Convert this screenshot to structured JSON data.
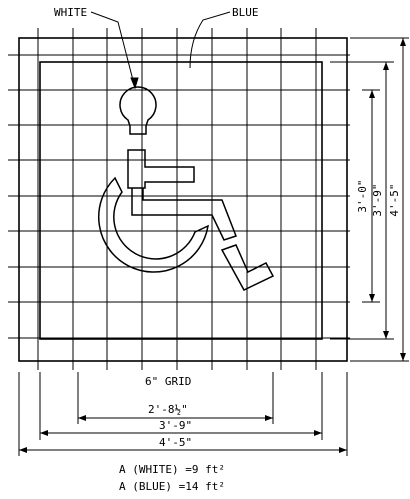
{
  "callouts": {
    "white": "WHITE",
    "blue": "BLUE"
  },
  "grid_note": "6\" GRID",
  "dims": {
    "inner_height": "3'-0\"",
    "blue_height": "3'-9\"",
    "outer_height": "4'-5\"",
    "symbol_width": "2'-8½\"",
    "blue_width": "3'-9\"",
    "outer_width": "4'-5\""
  },
  "areas": {
    "white": "A (WHITE) =9 ft²",
    "blue": "A (BLUE) =14 ft²"
  }
}
